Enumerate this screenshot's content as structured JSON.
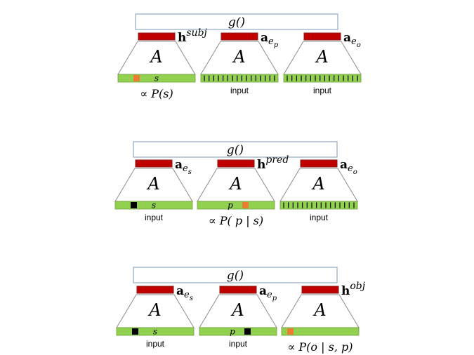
{
  "colors": {
    "g_box_stroke": "#8FA9C1",
    "red_bar": "#C00000",
    "red_bar_stroke": "#8B1A1A",
    "green_bar": "#92D050",
    "green_bar_stroke": "#6FA03A",
    "orange_mark": "#ED7D31",
    "black_mark": "#000000",
    "trapezoid_stroke": "#8C8C8C"
  },
  "icons": {
    "orange": "orange-square-marker",
    "black": "black-square-marker",
    "ticks": "tick-marks"
  },
  "panels": [
    {
      "g_label": "g()",
      "modules": [
        {
          "a_label": "A",
          "vec_bold": "h",
          "vec_sup": "subj",
          "vec_sub": "",
          "input_letter": "s",
          "input_marker": "orange",
          "caption_type": "prob",
          "caption_text": "∝ P(s)"
        },
        {
          "a_label": "A",
          "vec_bold": "a",
          "vec_sup": "",
          "vec_sub": "e",
          "vec_subsub": "p",
          "input_letter": "",
          "input_marker": "ticks",
          "caption_type": "input",
          "caption_text": "input"
        },
        {
          "a_label": "A",
          "vec_bold": "a",
          "vec_sup": "",
          "vec_sub": "e",
          "vec_subsub": "o",
          "input_letter": "",
          "input_marker": "ticks",
          "caption_type": "input",
          "caption_text": "input"
        }
      ]
    },
    {
      "g_label": "g()",
      "modules": [
        {
          "a_label": "A",
          "vec_bold": "a",
          "vec_sup": "",
          "vec_sub": "e",
          "vec_subsub": "s",
          "input_letter": "s",
          "input_marker": "black",
          "caption_type": "input",
          "caption_text": "input"
        },
        {
          "a_label": "A",
          "vec_bold": "h",
          "vec_sup": "pred",
          "vec_sub": "",
          "input_letter": "p",
          "input_marker": "orange",
          "caption_type": "prob",
          "caption_text": "∝ P( p | s)"
        },
        {
          "a_label": "A",
          "vec_bold": "a",
          "vec_sup": "",
          "vec_sub": "e",
          "vec_subsub": "o",
          "input_letter": "",
          "input_marker": "ticks",
          "caption_type": "input",
          "caption_text": "input"
        }
      ]
    },
    {
      "g_label": "g()",
      "modules": [
        {
          "a_label": "A",
          "vec_bold": "a",
          "vec_sup": "",
          "vec_sub": "e",
          "vec_subsub": "s",
          "input_letter": "s",
          "input_marker": "black",
          "caption_type": "input",
          "caption_text": "input"
        },
        {
          "a_label": "A",
          "vec_bold": "a",
          "vec_sup": "",
          "vec_sub": "e",
          "vec_subsub": "p",
          "input_letter": "p",
          "input_marker": "black",
          "caption_type": "input",
          "caption_text": "input"
        },
        {
          "a_label": "A",
          "vec_bold": "h",
          "vec_sup": "obj",
          "vec_sub": "",
          "input_letter": "",
          "input_marker": "orange",
          "caption_type": "prob",
          "caption_text": "∝ P(o | s, p)"
        }
      ]
    }
  ]
}
